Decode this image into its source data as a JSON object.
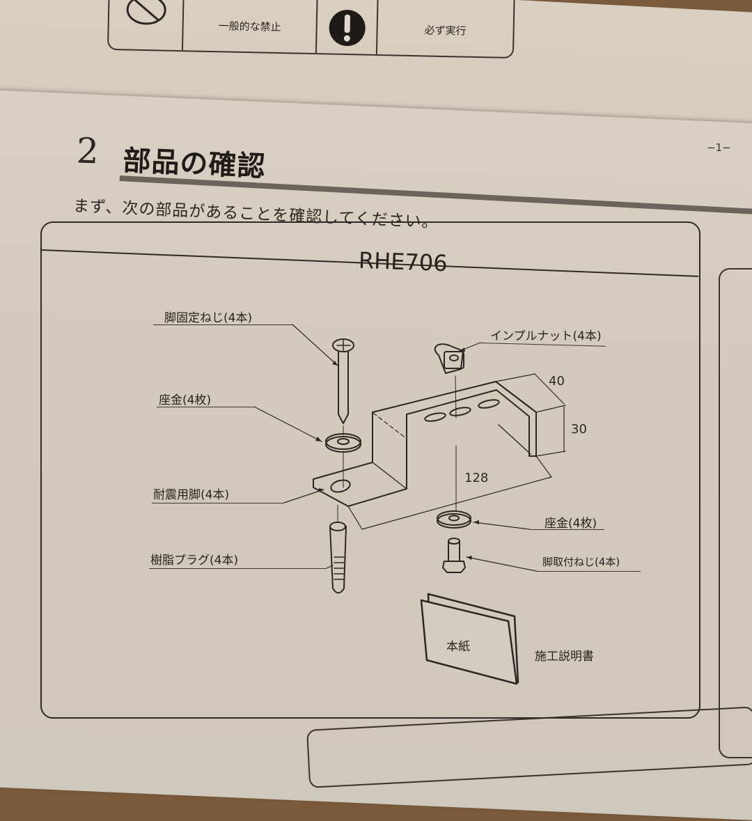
{
  "legend": {
    "items": [
      {
        "icon": "prohibition-icon",
        "label": "一般的な禁止"
      },
      {
        "icon": "mandatory-exclamation-icon",
        "label": "必ず実行"
      }
    ]
  },
  "page": {
    "number": "−1−"
  },
  "section": {
    "number": "2",
    "title": "部品の確認",
    "intro": "まず、次の部品があることを確認してください。"
  },
  "parts_box": {
    "model": "RHE706",
    "parts": [
      {
        "id": "leg-fixing-screw",
        "label": "脚固定ねじ(4本)"
      },
      {
        "id": "washer-top",
        "label": "座金(4枚)"
      },
      {
        "id": "seismic-leg",
        "label": "耐震用脚(4本)"
      },
      {
        "id": "resin-plug",
        "label": "樹脂プラグ(4本)"
      },
      {
        "id": "impull-nut",
        "label": "インプルナット(4本)"
      },
      {
        "id": "washer-bottom",
        "label": "座金(4枚)"
      },
      {
        "id": "leg-mounting-screw",
        "label": "脚取付ねじ(4本)"
      }
    ],
    "dimensions": {
      "width": "40",
      "height": "30",
      "length": "128"
    },
    "booklet": {
      "cover_label": "本紙",
      "caption": "施工説明書"
    }
  }
}
